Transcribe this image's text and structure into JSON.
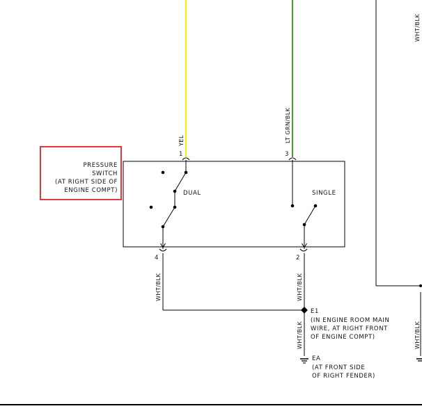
{
  "colors": {
    "yellow_wire": "#f2f200",
    "green_wire": "#3aa832",
    "highlight": "#e03a3a",
    "line": "#000000"
  },
  "component": {
    "label_lines": [
      "PRESSURE",
      "SWITCH",
      "(AT RIGHT SIDE OF",
      "ENGINE COMPT)"
    ]
  },
  "switch_labels": {
    "dual": "DUAL",
    "single": "SINGLE"
  },
  "pins": {
    "p1": "1",
    "p3": "3",
    "p4": "4",
    "p2": "2"
  },
  "wires": {
    "yel": "YEL",
    "ltgrn_blk": "LT GRN/BLK",
    "wht_blk_left": "WHT/BLK",
    "wht_blk_center": "WHT/BLK",
    "wht_blk_lower": "WHT/BLK",
    "wht_blk_top_right": "WHT/BLK",
    "wht_blk_bottom_right": "WHT/BLK"
  },
  "grounds": {
    "e1_code": "E1",
    "e1_lines": [
      "(IN ENGINE ROOM MAIN",
      "WIRE, AT RIGHT FRONT",
      "OF ENGINE COMPT)"
    ],
    "ea_code": "EA",
    "ea_lines": [
      "(AT FRONT SIDE",
      "OF RIGHT FENDER)"
    ]
  }
}
